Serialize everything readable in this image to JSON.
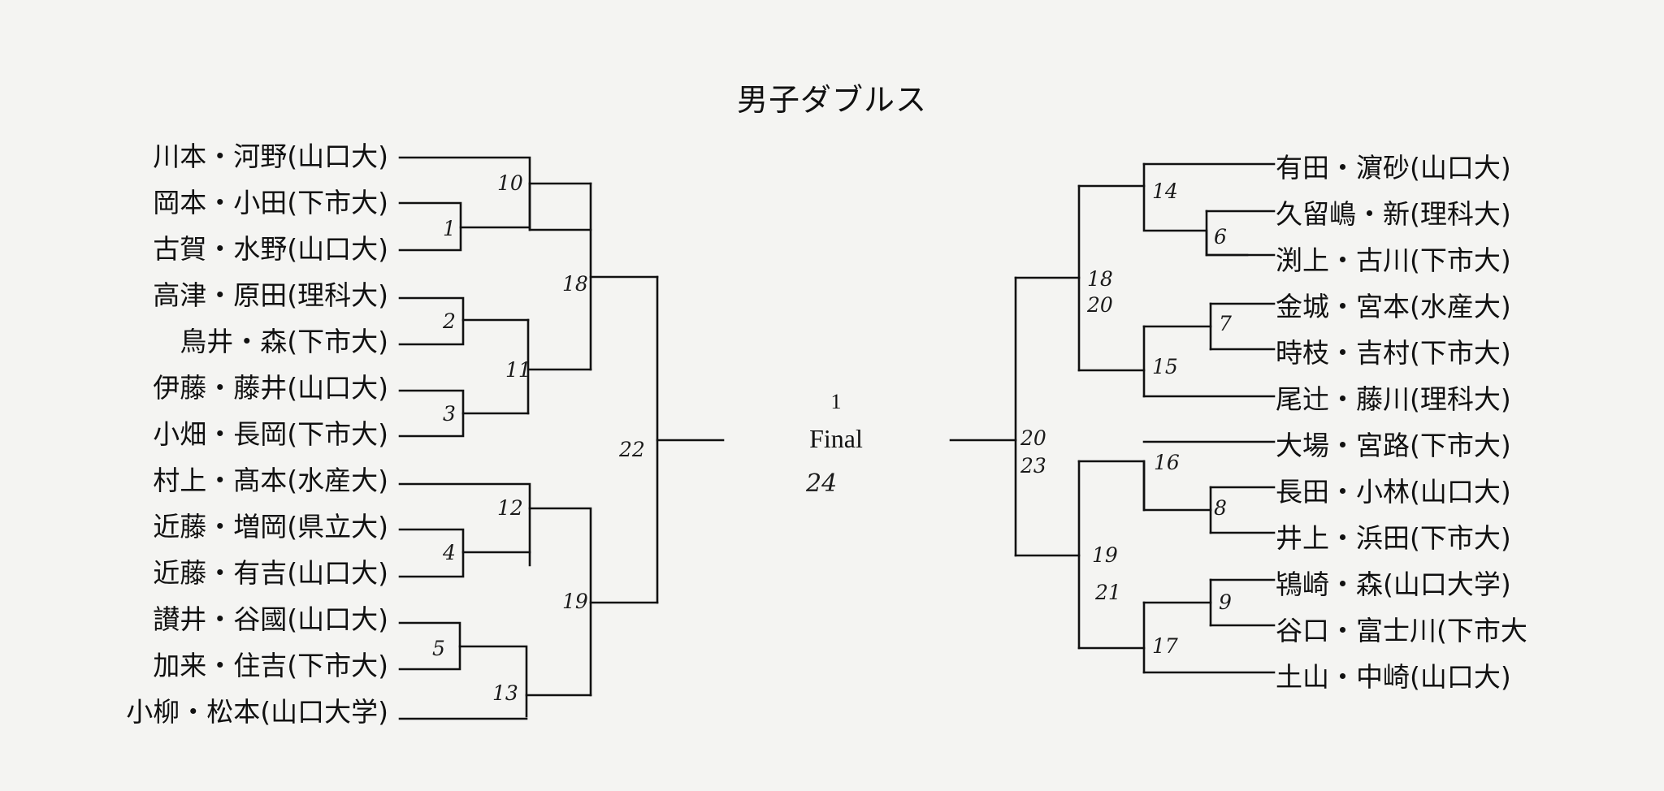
{
  "title": "男子ダブルス",
  "left_teams": [
    "川本・河野(山口大)",
    "岡本・小田(下市大)",
    "古賀・水野(山口大)",
    "高津・原田(理科大)",
    "鳥井・森(下市大)",
    "伊藤・藤井(山口大)",
    "小畑・長岡(下市大)",
    "村上・髙本(水産大)",
    "近藤・増岡(県立大)",
    "近藤・有吉(山口大)",
    "讃井・谷國(山口大)",
    "加来・住吉(下市大)",
    "小柳・松本(山口大学)"
  ],
  "right_teams": [
    "有田・濵砂(山口大)",
    "久留嶋・新(理科大)",
    "渕上・古川(下市大)",
    "金城・宮本(水産大)",
    "時枝・吉村(下市大)",
    "尾辻・藤川(理科大)",
    "大場・宮路(下市大)",
    "長田・小林(山口大)",
    "井上・浜田(下市大)",
    "鴇崎・森(山口大学)",
    "谷口・富士川(下市大",
    "土山・中崎(山口大)"
  ],
  "final": {
    "number": "1",
    "label": "Final",
    "handwritten": "24"
  },
  "match_numbers": {
    "m1": "1",
    "m2": "2",
    "m3": "3",
    "m4": "4",
    "m5": "5",
    "m6": "6",
    "m7": "7",
    "m8": "8",
    "m9": "9",
    "m10": "10",
    "m11": "11",
    "m12": "12",
    "m13": "13",
    "m14": "14",
    "m15": "15",
    "m16": "16",
    "m17": "17",
    "m18": "18",
    "m19": "19",
    "m22": "22",
    "r_semi_top": "18",
    "r_semi_top2": "20",
    "r_semi_bot": "19",
    "r_semi_bot2": "21",
    "r_final_a": "20",
    "r_final_b": "23"
  }
}
